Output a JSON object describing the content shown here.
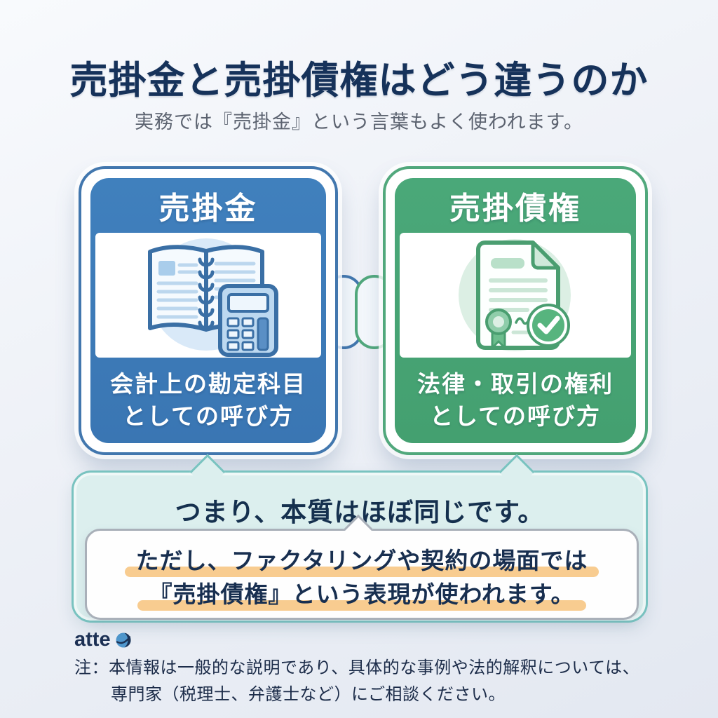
{
  "page": {
    "title": "売掛金と売掛債権はどう違うのか",
    "subtitle": "実務では『売掛金』という言葉もよく使われます。"
  },
  "cards": {
    "left": {
      "title": "売掛金",
      "description_line1": "会計上の勘定科目",
      "description_line2": "としての呼び方",
      "icon": "ledger-calculator-icon",
      "accent_color": "#3d79b6",
      "border_color": "#4277ae"
    },
    "right": {
      "title": "売掛債権",
      "description_line1": "法律・取引の権利",
      "description_line2": "としての呼び方",
      "icon": "certificate-check-icon",
      "accent_color": "#46a273",
      "border_color": "#51a87c"
    }
  },
  "summary": {
    "conclusion": "つまり、本質はほぼ同じです。",
    "note_line1": "ただし、ファクタリングや契約の場面では",
    "note_line2": "『売掛債権』という表現が使われます。",
    "highlight_color": "#f8cc90",
    "box_background": "#dcefee",
    "box_border": "#79c3c0"
  },
  "footer": {
    "logo": "atte",
    "logo_icon": "globe-swirl-icon",
    "disclaimer_line1": "注：本情報は一般的な説明であり、具体的な事例や法的解釈については、",
    "disclaimer_line2": "専門家（税理士、弁護士など）にご相談ください。"
  }
}
